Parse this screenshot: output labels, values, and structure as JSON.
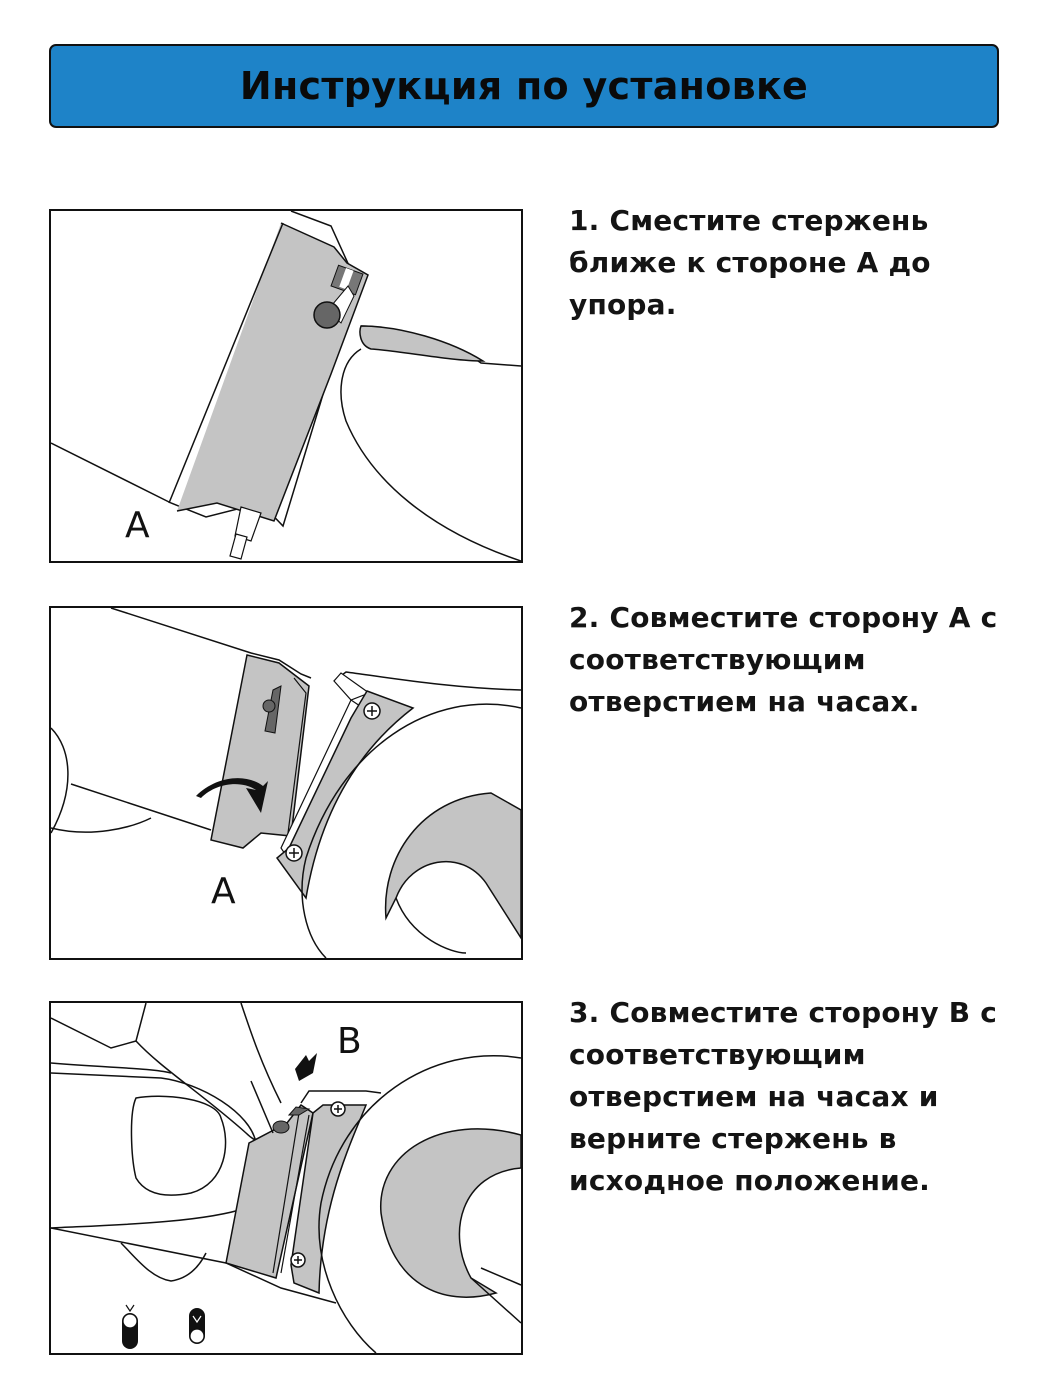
{
  "header": {
    "title": "Инструкция по установке",
    "background_color": "#1e83c8"
  },
  "steps": [
    {
      "number": 1,
      "text": "1. Сместите стержень ближе к стороне А до упора.",
      "illustration": {
        "label": "A",
        "description": "strap end with spring bar slid toward side A, fingernail pushing"
      }
    },
    {
      "number": 2,
      "text": "2. Совместите сторону А с соответствующим отверстием на часах.",
      "illustration": {
        "label": "A",
        "description": "strap end rotated into watch lug hole A",
        "arrow": "curved-arrow"
      }
    },
    {
      "number": 3,
      "text": "3. Совместите сторону В с соответствующим отверстием на часах и верните стержень в исходное положение.",
      "illustration": {
        "label": "B",
        "description": "pressing pin into lug hole B",
        "arrow": "down-arrow",
        "legend_icons": [
          "pin-retracted-icon",
          "pin-extended-icon"
        ]
      }
    }
  ]
}
